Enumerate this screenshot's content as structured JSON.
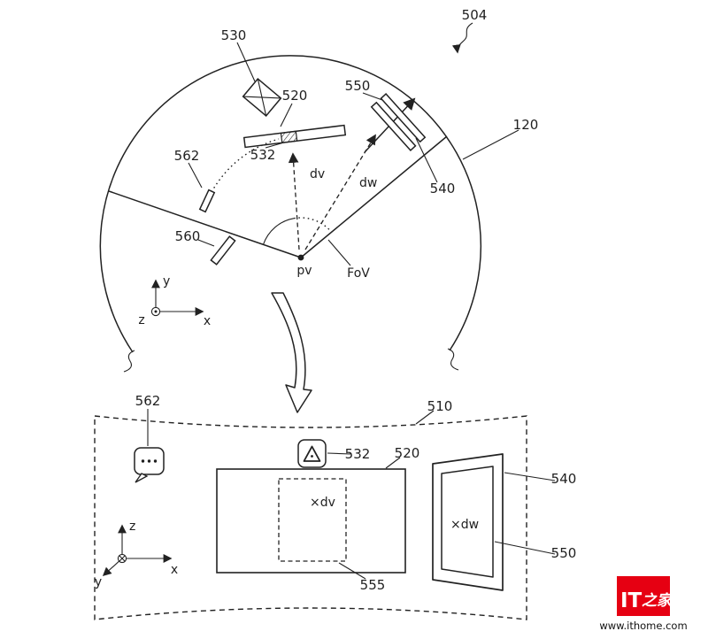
{
  "colors": {
    "ink": "#1f1f1f",
    "logo_red": "#e60012"
  },
  "top_view": {
    "refs": {
      "r504": "504",
      "r530": "530",
      "r520": "520",
      "r550": "550",
      "r120": "120",
      "r562": "562",
      "r532": "532",
      "r540": "540",
      "r560": "560"
    },
    "labels": {
      "pv": "pv",
      "dv": "dv",
      "dw": "dw",
      "fov": "FoV"
    },
    "axes": {
      "x": "x",
      "y": "y",
      "z": "z"
    }
  },
  "panorama_view": {
    "refs": {
      "r510": "510",
      "r562": "562",
      "r532": "532",
      "r520": "520",
      "r540": "540",
      "r550": "550",
      "r555": "555"
    },
    "markers": {
      "dv": "×dv",
      "dw": "×dw"
    },
    "axes": {
      "x": "x",
      "y": "y",
      "z": "z"
    }
  },
  "watermark": {
    "logo_it": "IT",
    "logo_home": "之家",
    "site": "www.ithome.com"
  }
}
